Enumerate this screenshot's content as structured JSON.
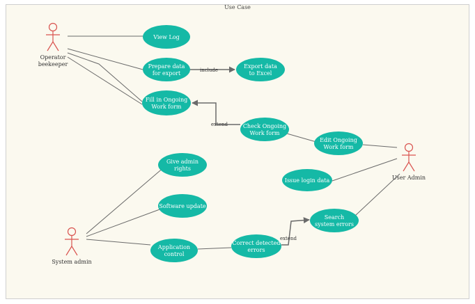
{
  "title": "Use Case",
  "colors": {
    "usecase_fill": "#15b9a6",
    "usecase_text": "#ffffff",
    "actor_stroke": "#d9534f",
    "line": "#6a6a6a",
    "background": "#fbf9ef"
  },
  "actors": [
    {
      "id": "operator",
      "lines": [
        "Operator",
        "beekeeper"
      ]
    },
    {
      "id": "useradmin",
      "lines": [
        "User Admin"
      ]
    },
    {
      "id": "sysadmin",
      "lines": [
        "System admin"
      ]
    }
  ],
  "use_cases": [
    {
      "id": "viewlog",
      "lines": [
        "View Log"
      ]
    },
    {
      "id": "prepare",
      "lines": [
        "Prepare data",
        "for export"
      ]
    },
    {
      "id": "export",
      "lines": [
        "Export data",
        "to Excel"
      ]
    },
    {
      "id": "fill",
      "lines": [
        "Fill in Ongoing",
        "Work form"
      ]
    },
    {
      "id": "check",
      "lines": [
        "Check Ongoing",
        "Work form"
      ]
    },
    {
      "id": "edit",
      "lines": [
        "Edit Ongoing",
        "Work form"
      ]
    },
    {
      "id": "issue",
      "lines": [
        "Issue login data"
      ]
    },
    {
      "id": "rights",
      "lines": [
        "Give admin",
        "rights"
      ]
    },
    {
      "id": "update",
      "lines": [
        "Software update"
      ]
    },
    {
      "id": "appctl",
      "lines": [
        "Application",
        "control"
      ]
    },
    {
      "id": "correct",
      "lines": [
        "Correct detected",
        "errors"
      ]
    },
    {
      "id": "search",
      "lines": [
        "Search",
        "system errors"
      ]
    }
  ],
  "relations": [
    {
      "from": "prepare",
      "to": "export",
      "label": "include"
    },
    {
      "from": "check",
      "to": "fill",
      "label": "extend"
    },
    {
      "from": "correct",
      "to": "search",
      "label": "extend"
    }
  ]
}
